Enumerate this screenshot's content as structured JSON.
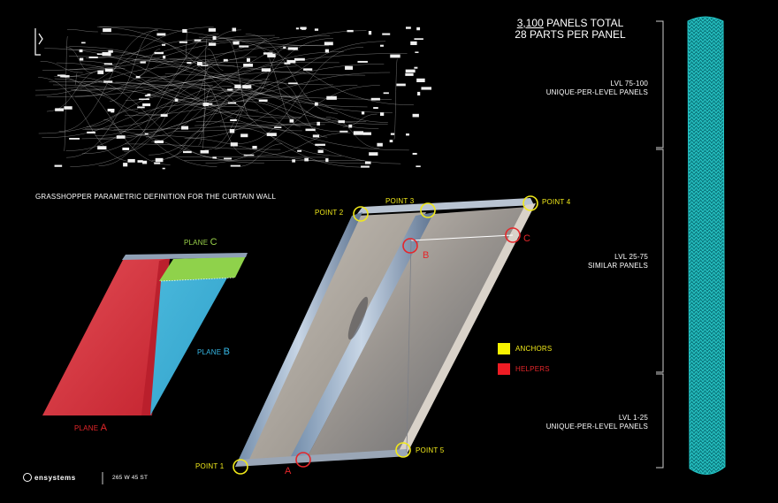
{
  "header": {
    "total_line_underlined": "3,100",
    "total_line_rest": " PANELS TOTAL",
    "parts_line": "28 PARTS PER PANEL"
  },
  "levels": [
    {
      "range": "LVL 75-100",
      "desc": "UNIQUE-PER-LEVEL PANELS"
    },
    {
      "range": "LVL 25-75",
      "desc": "SIMILAR PANELS"
    },
    {
      "range": "LVL 1-25",
      "desc": "UNIQUE-PER-LEVEL PANELS"
    }
  ],
  "definition_caption": "GRASSHOPPER PARAMETRIC DEFINITION FOR THE CURTAIN WALL",
  "planes": {
    "a_prefix": "PLANE ",
    "a_letter": "A",
    "b_prefix": "PLANE ",
    "b_letter": "B",
    "c_prefix": "PLANE ",
    "c_letter": "C"
  },
  "points": {
    "p1": "POINT 1",
    "p2": "POINT 2",
    "p3": "POINT 3",
    "p4": "POINT 4",
    "p5": "POINT 5"
  },
  "helpers": {
    "a": "A",
    "b": "B",
    "c": "C"
  },
  "legend": [
    {
      "label": "ANCHORS",
      "color": "#f7f200"
    },
    {
      "label": "HELPERS",
      "color": "#ee1c24"
    }
  ],
  "footer": {
    "logo_text": "ensystems",
    "address": "265 W 45 ST"
  },
  "colors": {
    "anchor": "#f2ea1a",
    "helper": "#e5262a",
    "tower": "#19b3b3"
  }
}
